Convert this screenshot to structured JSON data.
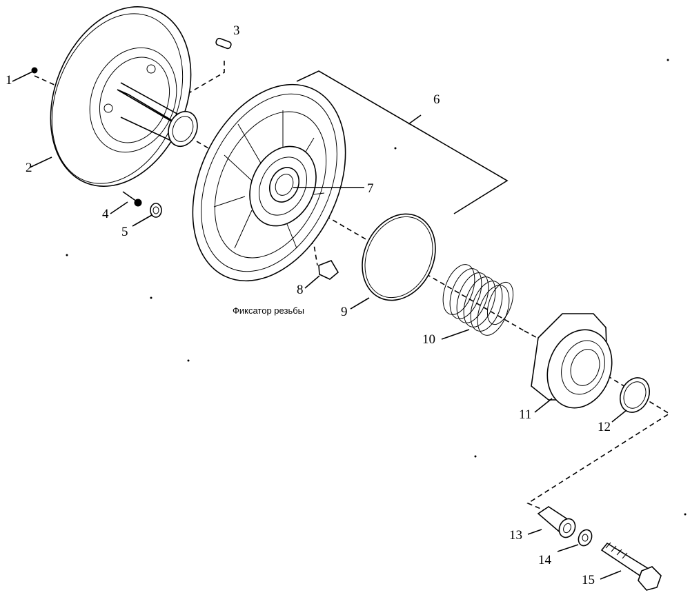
{
  "labels": {
    "p1": "1",
    "p2": "2",
    "p3": "3",
    "p4": "4",
    "p5": "5",
    "p6": "6",
    "p7": "7",
    "p8": "8",
    "p9": "9",
    "p10": "10",
    "p11": "11",
    "p12": "12",
    "p13": "13",
    "p14": "14",
    "p15": "15"
  },
  "annotations": {
    "thread_locker": "Фиксатор резьбы"
  }
}
